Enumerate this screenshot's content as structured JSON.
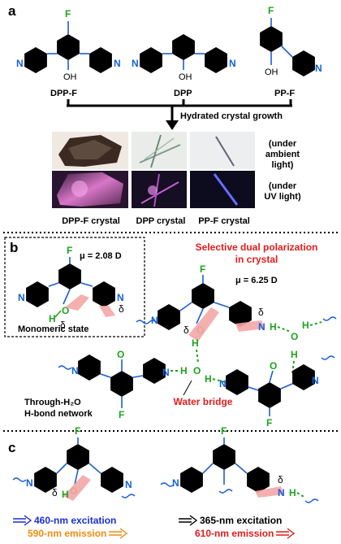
{
  "panels": {
    "a": "a",
    "b": "b",
    "c": "c"
  },
  "molecules": {
    "dppf": "DPP-F",
    "dpp": "DPP",
    "ppf": "PP-F"
  },
  "atoms": {
    "F": "F",
    "N": "N",
    "OH": "OH",
    "O": "O",
    "H": "H",
    "delta": "δ"
  },
  "growth_label": "Hydrated crystal growth",
  "photo_rows": [
    {
      "line1": "(under",
      "line2": "ambient",
      "line3": "light)"
    },
    {
      "line1": "(under",
      "line2": "UV light)",
      "line3": ""
    }
  ],
  "crystal_labels": [
    "DPP-F crystal",
    "DPP crystal",
    "PP-F crystal"
  ],
  "panel_b": {
    "mu_mono": "μ = 2.08 D",
    "mono_label": "Monomeric state",
    "title_line1": "Selective dual polarization",
    "title_line2": "in crystal",
    "mu_crystal": "μ = 6.25 D",
    "network_line1": "Through-H₂O",
    "network_line2": "H-bond network",
    "water_bridge": "Water bridge"
  },
  "panel_c": {
    "left_excitation": "460-nm excitation",
    "left_emission": "590-nm emission",
    "right_excitation": "365-nm excitation",
    "right_emission": "610-nm emission"
  },
  "colors": {
    "bond_blue": "#1b5fd6",
    "atom_green": "#1fa31f",
    "title_red": "#e31b1b",
    "excite_blue": "#1a2fd1",
    "emit_orange": "#f08a12",
    "emit_red": "#e31b1b",
    "dipole_pink": "#f4a6a6"
  }
}
